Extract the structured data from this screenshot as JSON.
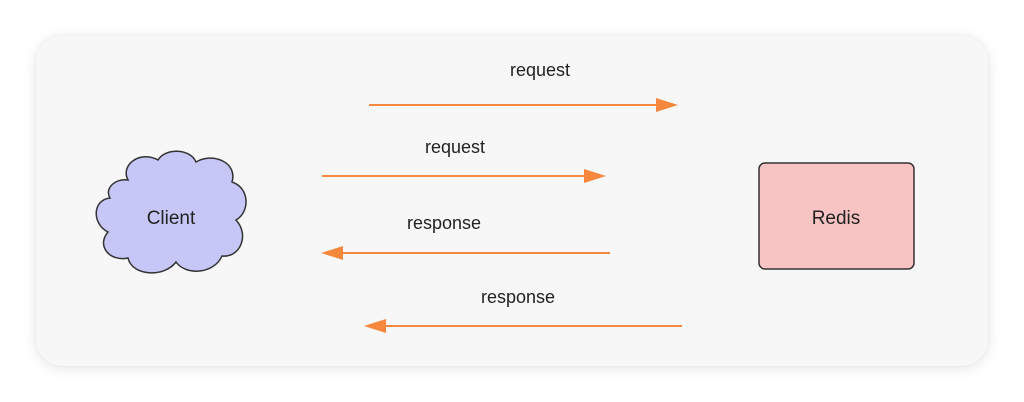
{
  "diagram": {
    "nodes": {
      "client": {
        "label": "Client",
        "shape": "cloud",
        "fill": "#c7c7f7",
        "stroke": "#333333"
      },
      "redis": {
        "label": "Redis",
        "shape": "rounded-rect",
        "fill": "#f7c3c3",
        "stroke": "#333333"
      }
    },
    "edges": [
      {
        "label": "request",
        "direction": "right"
      },
      {
        "label": "request",
        "direction": "right"
      },
      {
        "label": "response",
        "direction": "left"
      },
      {
        "label": "response",
        "direction": "left"
      }
    ],
    "arrow_color": "#f5883c",
    "card_background": "#f7f7f7"
  }
}
